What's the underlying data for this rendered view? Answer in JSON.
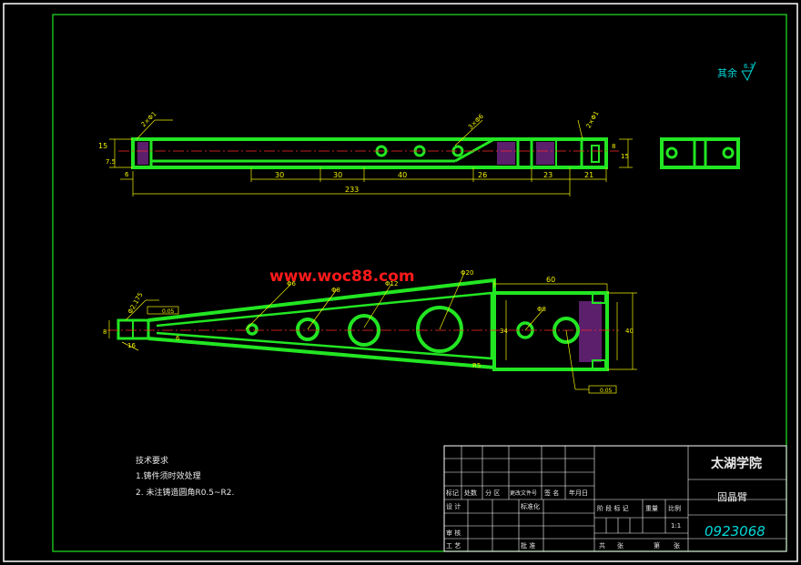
{
  "drawing": {
    "watermark": "www.woc88.com",
    "roughness_note": {
      "label": "其余",
      "value": "6.3"
    },
    "tech_requirements": {
      "title": "技术要求",
      "items": [
        "1.铸件须时效处理",
        "2. 未注铸造圆角R0.5~R2."
      ]
    },
    "side_view_dims": {
      "h1": "15",
      "h2": "7.5",
      "h3": "6",
      "d30a": "30",
      "d30b": "30",
      "d40": "40",
      "d26": "26",
      "d23": "23",
      "d21": "21",
      "overall": "233",
      "right_h1": "8",
      "right_h2": "15",
      "leader_left": "2×Φ1",
      "leader_mid": "3×Φ6",
      "leader_right": "2×Φ1"
    },
    "plan_view_dims": {
      "width_60": "60",
      "left_h": "8",
      "left_w": "16",
      "tol_left": "0.05",
      "tol_right": "0.05",
      "mid_h": "34",
      "right_h": "40",
      "hole1": "Φ6",
      "hole2": "Φ8",
      "hole3": "Φ12",
      "hole4": "Φ20",
      "hole5": "Φ8",
      "thick": "6",
      "r5": "R5",
      "note_left": "Φ2.175"
    },
    "title_block": {
      "school": "太湖学院",
      "part_name": "固晶臂",
      "drawing_no": "0923068",
      "scale": "1:1",
      "rev_headers": [
        "标记",
        "处数",
        "分 区",
        "更改文件号",
        "签 名",
        "年月日"
      ],
      "design": "设 计",
      "standard": "标准化",
      "check": "审 核",
      "process": "工 艺",
      "approve": "批 准",
      "stage_headers": [
        "阶 段 标 记",
        "重量",
        "比例"
      ],
      "sheets": [
        "共",
        "张",
        "第",
        "张"
      ]
    }
  }
}
